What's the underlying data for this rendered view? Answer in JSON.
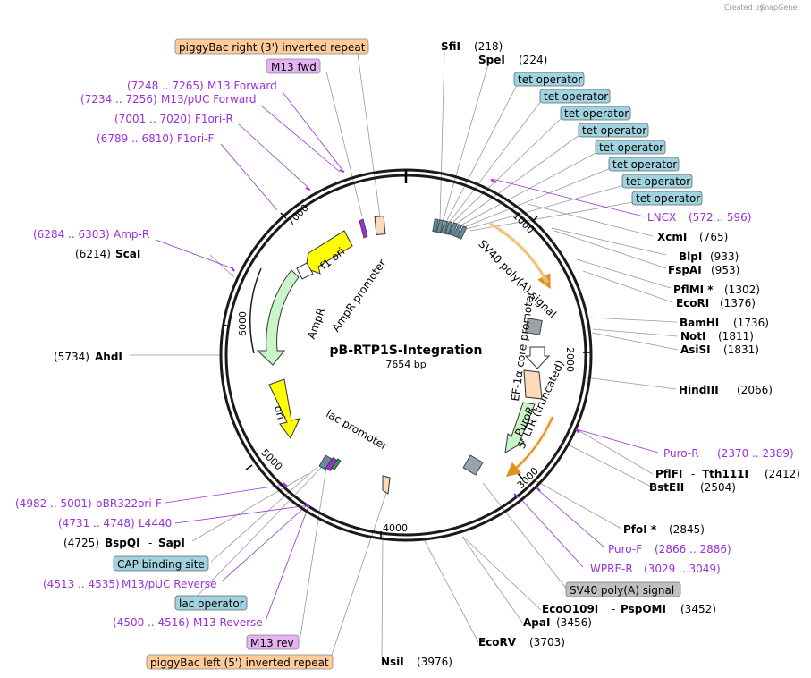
{
  "credit": {
    "text": "Created by",
    "brand": "SnapGene"
  },
  "plasmid": {
    "name": "pB-RTP1S-Integration",
    "length": "7654 bp"
  },
  "ticks": [
    "1000",
    "2000",
    "3000",
    "4000",
    "5000",
    "6000",
    "7000"
  ],
  "colors": {
    "backbone": "#222222",
    "promoter": "#ffffff",
    "cds_green": "#c9f5c9",
    "ori_yellow": "#ffff00",
    "primer": "#9b30d9",
    "tet_box": "#9fd3df",
    "orange_box": "#ffcc99",
    "gray_box": "#c0c0c0",
    "purple_box": "#e5b3f2"
  },
  "top_labels": [
    {
      "name": "SfiI",
      "pos": "(218)"
    },
    {
      "name": "SpeI",
      "pos": "(224)"
    }
  ],
  "tet_operators": [
    "tet operator",
    "tet operator",
    "tet operator",
    "tet operator",
    "tet operator",
    "tet operator",
    "tet operator",
    "tet operator"
  ],
  "right_primers": [
    {
      "name": "LNCX",
      "pos": "(572 .. 596)"
    },
    {
      "name": "Puro-R",
      "pos": "(2370 .. 2389)"
    },
    {
      "name": "Puro-F",
      "pos": "(2866 .. 2886)"
    },
    {
      "name": "WPRE-R",
      "pos": "(3029 .. 3049)"
    }
  ],
  "right_sites": [
    {
      "name": "XcmI",
      "pos": "(765)"
    },
    {
      "name": "BlpI",
      "pos": "(933)"
    },
    {
      "name": "FspAI",
      "pos": "(953)"
    },
    {
      "name": "PflMI *",
      "pos": "(1302)"
    },
    {
      "name": "EcoRI",
      "pos": "(1376)"
    },
    {
      "name": "BamHI",
      "pos": "(1736)"
    },
    {
      "name": "NotI",
      "pos": "(1811)"
    },
    {
      "name": "AsiSI",
      "pos": "(1831)"
    },
    {
      "name": "HindIII",
      "pos": "(2066)"
    },
    {
      "name": "PflFI",
      "sep": "-",
      "name2": "Tth111I",
      "pos": "(2412)"
    },
    {
      "name": "BstEII",
      "pos": "(2504)"
    },
    {
      "name": "PfoI *",
      "pos": "(2845)"
    }
  ],
  "right_boxes": {
    "sv40": "SV40 poly(A) signal"
  },
  "bottom_sites": [
    {
      "name": "EcoO109I",
      "sep": "-",
      "name2": "PspOMI",
      "pos": "(3452)"
    },
    {
      "name": "ApaI",
      "pos": "(3456)"
    },
    {
      "name": "EcoRV",
      "pos": "(3703)"
    },
    {
      "name": "NsiI",
      "pos": "(3976)"
    }
  ],
  "left_top": {
    "pb_right": "piggyBac right (3') inverted repeat",
    "m13fwd": "M13 fwd"
  },
  "left_primers_top": [
    {
      "pos": "(7248 .. 7265)",
      "name": "M13 Forward"
    },
    {
      "pos": "(7234 .. 7256)",
      "name": "M13/pUC Forward"
    },
    {
      "pos": "(7001 .. 7020)",
      "name": "F1ori-R"
    },
    {
      "pos": "(6789 .. 6810)",
      "name": "F1ori-F"
    },
    {
      "pos": "(6284 .. 6303)",
      "name": "Amp-R"
    }
  ],
  "left_sites": [
    {
      "pos": "(6214)",
      "name": "ScaI"
    },
    {
      "pos": "(5734)",
      "name": "AhdI"
    }
  ],
  "left_bottom": [
    {
      "pos": "(4982 .. 5001)",
      "name": "pBR322ori-F",
      "kind": "primer"
    },
    {
      "pos": "(4731 .. 4748)",
      "name": "L4440",
      "kind": "primer"
    },
    {
      "pos": "(4725)",
      "name": "BspQI",
      "sep": "-",
      "name2": "SapI",
      "kind": "site"
    },
    {
      "pos": "(4513 .. 4535)",
      "name": "M13/pUC Reverse",
      "kind": "primer"
    },
    {
      "pos": "(4500 .. 4516)",
      "name": "M13 Reverse",
      "kind": "primer"
    }
  ],
  "left_boxes": {
    "cap": "CAP binding site",
    "lacop": "lac operator",
    "m13rev": "M13 rev",
    "pb_left": "piggyBac left (5') inverted repeat"
  },
  "features": {
    "f1ori": "f1 ori",
    "ampr_promoter": "AmpR promoter",
    "ampr": "AmpR",
    "ori": "ori",
    "lac_promoter": "lac promoter",
    "sv40": "SV40 poly(A) signal",
    "ef1a": "EF-1α core promoter",
    "ltr": "5' LTR (truncated)",
    "puror": "PuroR"
  }
}
